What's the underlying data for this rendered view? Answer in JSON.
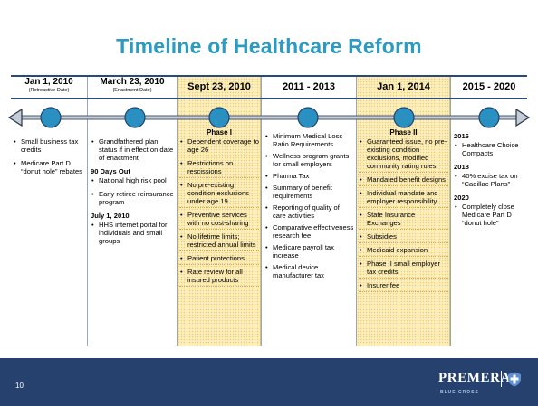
{
  "title": "Timeline of Healthcare Reform",
  "colors": {
    "title": "#2b9bc4",
    "rules": "#2a4a7a",
    "circle": "#2a8fc1",
    "highlight": "#fbeec0",
    "footer": "#26416e"
  },
  "headers": [
    {
      "main": "Jan 1, 2010",
      "sub": "(Retroactive Date)"
    },
    {
      "main": "March 23, 2010",
      "sub": "(Enactment Date)"
    },
    {
      "main": "Sept 23, 2010",
      "sub": ""
    },
    {
      "main": "2011 - 2013",
      "sub": ""
    },
    {
      "main": "Jan 1, 2014",
      "sub": ""
    },
    {
      "main": "2015 - 2020",
      "sub": ""
    }
  ],
  "col1": {
    "items": [
      "Small business tax credits",
      "Medicare Part D “donut hole” rebates"
    ]
  },
  "col2": {
    "items": [
      "Grandfathered plan status if in effect on date of enactment"
    ],
    "section2_label": "90 Days Out",
    "section2_items": [
      "National high risk pool",
      "Early retiree reinsurance program"
    ],
    "section3_label": "July 1, 2010",
    "section3_items": [
      "HHS internet portal for individuals and small groups"
    ]
  },
  "col3": {
    "phase": "Phase I",
    "items": [
      "Dependent coverage to age 26",
      "Restrictions on rescissions",
      "No pre-existing condition exclusions  under age 19",
      "Preventive services with no cost-sharing",
      "No lifetime limits; restricted annual limits",
      "Patient protections",
      "Rate review for all insured products"
    ]
  },
  "col4": {
    "items": [
      "Minimum Medical Loss Ratio Requirements",
      "Wellness program grants for small employers",
      "Pharma Tax",
      "Summary of benefit requirements",
      "Reporting of quality of care activities",
      "Comparative effectiveness research fee",
      "Medicare payroll tax increase",
      "Medical device manufacturer tax"
    ]
  },
  "col5": {
    "phase": "Phase II",
    "items": [
      "Guaranteed issue, no pre-existing condition exclusions, modified community rating rules",
      "Mandated benefit designs",
      "Individual mandate and employer responsibility",
      "State Insurance Exchanges",
      "Subsidies",
      "Medicaid expansion",
      "Phase II small employer tax credits",
      "Insurer fee"
    ]
  },
  "col6": {
    "section1_label": "2016",
    "section1_items": [
      "Healthcare Choice Compacts"
    ],
    "section2_label": "2018",
    "section2_items": [
      "40% excise tax on “Cadillac Plans”"
    ],
    "section3_label": "2020",
    "section3_items": [
      "Completely close Medicare Part D “donut hole”"
    ]
  },
  "footer": {
    "page_number": "10",
    "brand": "PREMERA",
    "brand_sub": "BLUE CROSS",
    "logo_icon": "cross-shield-icon"
  }
}
